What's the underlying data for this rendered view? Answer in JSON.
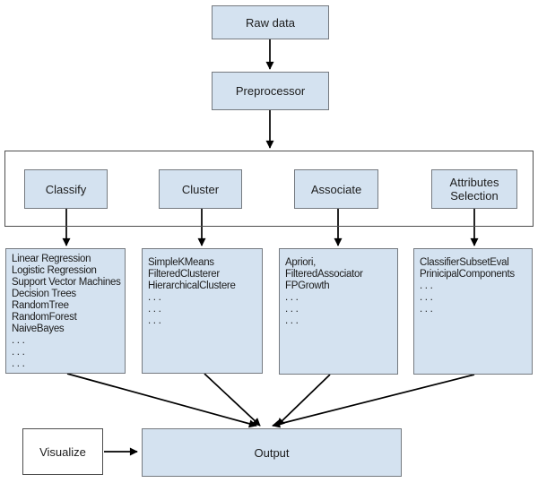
{
  "nodes": {
    "raw_data": "Raw data",
    "preprocessor": "Preprocessor",
    "visualize": "Visualize",
    "output": "Output"
  },
  "categories": [
    {
      "label": "Classify",
      "algorithms": [
        "Linear Regression",
        "Logistic Regression",
        "Support Vector Machines",
        "Decision Trees",
        "RandomTree",
        "RandomForest",
        "NaiveBayes",
        ". . .",
        ". . .",
        ". . ."
      ]
    },
    {
      "label": "Cluster",
      "algorithms": [
        "SimpleKMeans",
        "FilteredClusterer",
        "HierarchicalClustere",
        ". . .",
        ". . .",
        ". . ."
      ]
    },
    {
      "label": "Associate",
      "algorithms": [
        "Apriori,",
        "FilteredAssociator",
        "FPGrowth",
        ". . .",
        ". . .",
        ". . ."
      ]
    },
    {
      "label": "Attributes Selection",
      "algorithms": [
        "ClassifierSubsetEval",
        "PrinicipalComponents",
        ". . .",
        ". . .",
        ". . ."
      ]
    }
  ],
  "colors": {
    "node_fill": "#d4e2f0",
    "node_border": "#757a80",
    "outline_border": "#4d4d4d",
    "arrow": "#000000",
    "text": "#1c1c1c",
    "background": "#ffffff"
  }
}
